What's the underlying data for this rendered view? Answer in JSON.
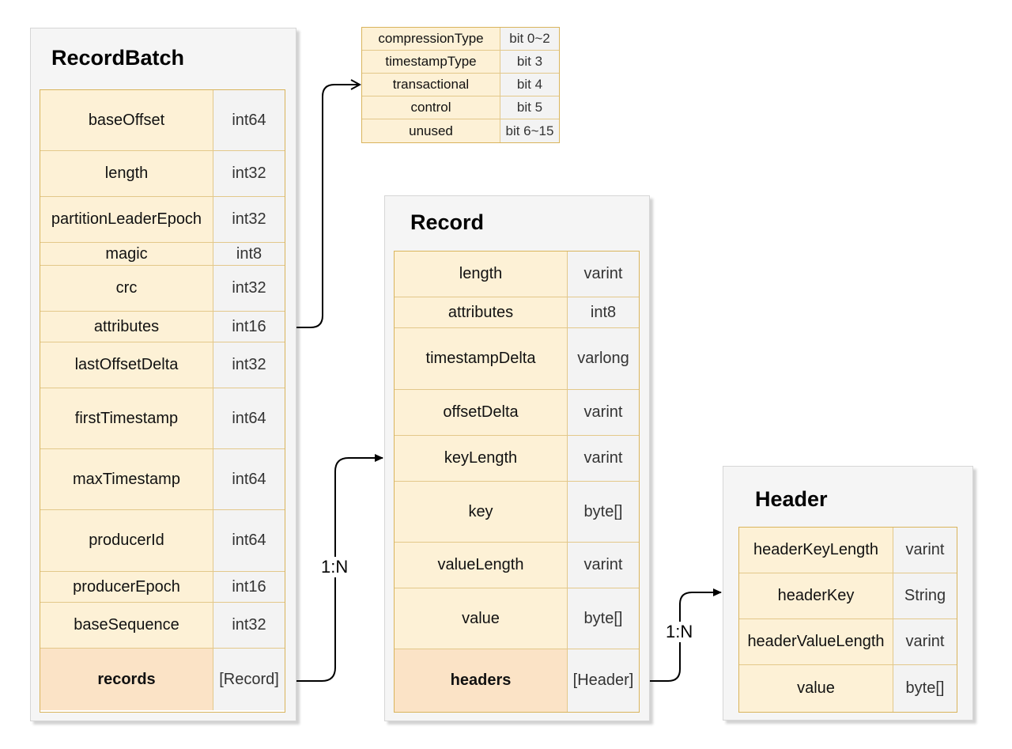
{
  "record_batch": {
    "title": "RecordBatch",
    "fields": [
      {
        "name": "baseOffset",
        "type": "int64"
      },
      {
        "name": "length",
        "type": "int32"
      },
      {
        "name": "partitionLeaderEpoch",
        "type": "int32"
      },
      {
        "name": "magic",
        "type": "int8"
      },
      {
        "name": "crc",
        "type": "int32"
      },
      {
        "name": "attributes",
        "type": "int16"
      },
      {
        "name": "lastOffsetDelta",
        "type": "int32"
      },
      {
        "name": "firstTimestamp",
        "type": "int64"
      },
      {
        "name": "maxTimestamp",
        "type": "int64"
      },
      {
        "name": "producerId",
        "type": "int64"
      },
      {
        "name": "producerEpoch",
        "type": "int16"
      },
      {
        "name": "baseSequence",
        "type": "int32"
      },
      {
        "name": "records",
        "type": "[Record]"
      }
    ]
  },
  "attribute_bits": [
    {
      "name": "compressionType",
      "bits": "bit 0~2"
    },
    {
      "name": "timestampType",
      "bits": "bit 3"
    },
    {
      "name": "transactional",
      "bits": "bit 4"
    },
    {
      "name": "control",
      "bits": "bit 5"
    },
    {
      "name": "unused",
      "bits": "bit 6~15"
    }
  ],
  "record": {
    "title": "Record",
    "fields": [
      {
        "name": "length",
        "type": "varint"
      },
      {
        "name": "attributes",
        "type": "int8"
      },
      {
        "name": "timestampDelta",
        "type": "varlong"
      },
      {
        "name": "offsetDelta",
        "type": "varint"
      },
      {
        "name": "keyLength",
        "type": "varint"
      },
      {
        "name": "key",
        "type": "byte[]"
      },
      {
        "name": "valueLength",
        "type": "varint"
      },
      {
        "name": "value",
        "type": "byte[]"
      },
      {
        "name": "headers",
        "type": "[Header]"
      }
    ]
  },
  "header": {
    "title": "Header",
    "fields": [
      {
        "name": "headerKeyLength",
        "type": "varint"
      },
      {
        "name": "headerKey",
        "type": "String"
      },
      {
        "name": "headerValueLength",
        "type": "varint"
      },
      {
        "name": "value",
        "type": "byte[]"
      }
    ]
  },
  "relations": {
    "batch_to_record": "1:N",
    "record_to_header": "1:N"
  }
}
